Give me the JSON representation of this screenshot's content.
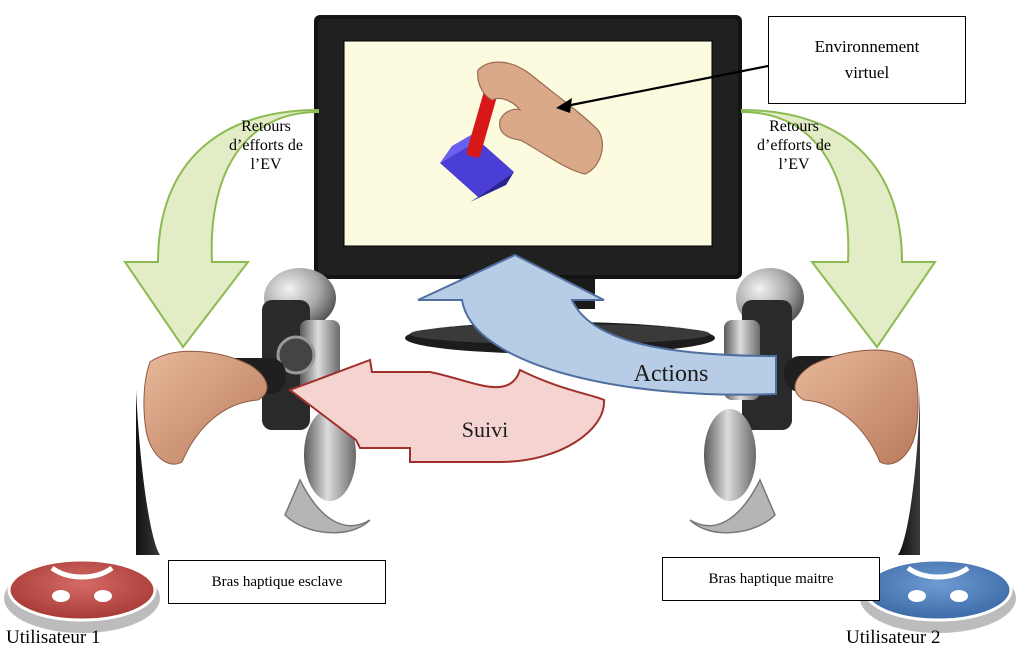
{
  "screen_label": "Environnement\nvirtuel",
  "left_feedback": [
    "Retours",
    "d’efforts de",
    "l’EV"
  ],
  "right_feedback": [
    "Retours",
    "d’efforts de",
    "l’EV"
  ],
  "actions_label": "Actions",
  "suivi_label": "Suivi",
  "left_device_label": "Bras haptique esclave",
  "right_device_label": "Bras haptique maitre",
  "user1_label": "Utilisateur 1",
  "user2_label": "Utilisateur 2",
  "colors": {
    "screen_background": "#fcfbe0",
    "green_arrow": "#e2ecc6",
    "blue_arrow": "#b7cce5",
    "red_arrow": "#f5d3d1",
    "user1_disc": "#c0504d",
    "user2_disc": "#4f81bd"
  }
}
